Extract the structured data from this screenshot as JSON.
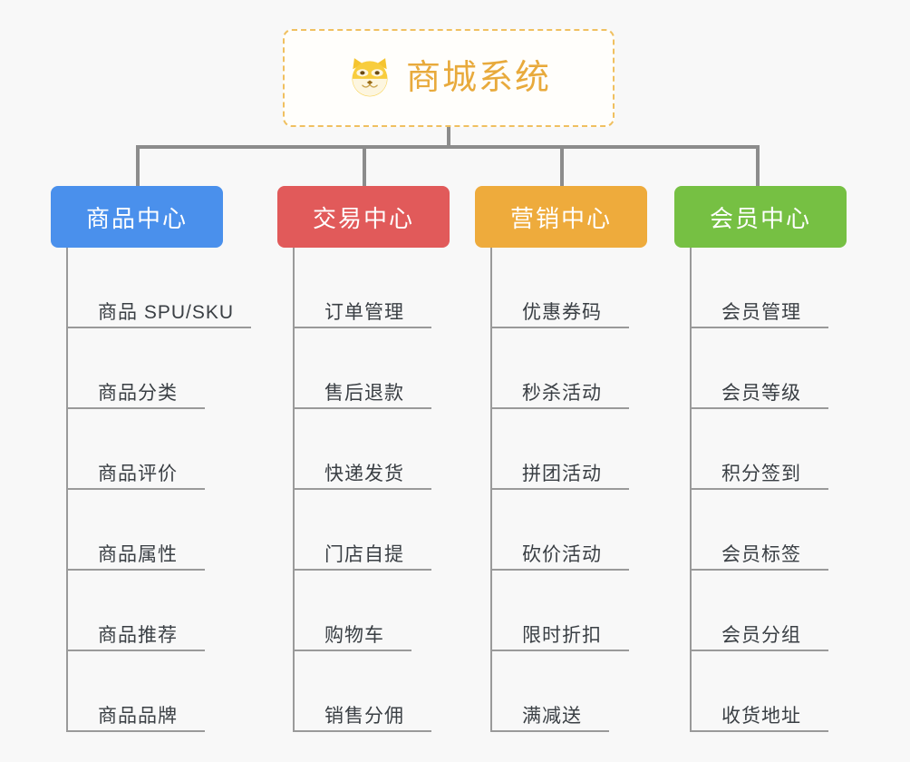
{
  "page": {
    "background_color": "#f8f8f8",
    "title": "商城系统",
    "layout": "mind-map"
  },
  "root": {
    "label": "商城系统",
    "icon": "shiba-dog-face-icon",
    "text_color": "#e8aa3c",
    "border_color": "#f0c060",
    "background_color": "#fffefb"
  },
  "connector": {
    "color": "#8c8c8c"
  },
  "columns": [
    {
      "id": "product-center",
      "label": "商品中心",
      "color": "#4a90ec",
      "leaves": [
        {
          "label": "商品 SPU/SKU",
          "rule_width": 202
        },
        {
          "label": "商品分类",
          "rule_width": 151
        },
        {
          "label": "商品评价",
          "rule_width": 151
        },
        {
          "label": "商品属性",
          "rule_width": 151
        },
        {
          "label": "商品推荐",
          "rule_width": 151
        },
        {
          "label": "商品品牌",
          "rule_width": 151
        }
      ]
    },
    {
      "id": "trade-center",
      "label": "交易中心",
      "color": "#e15a5a",
      "leaves": [
        {
          "label": "订单管理",
          "rule_width": 151
        },
        {
          "label": "售后退款",
          "rule_width": 151
        },
        {
          "label": "快递发货",
          "rule_width": 151
        },
        {
          "label": "门店自提",
          "rule_width": 151
        },
        {
          "label": "购物车",
          "rule_width": 129
        },
        {
          "label": "销售分佣",
          "rule_width": 151
        }
      ]
    },
    {
      "id": "marketing-center",
      "label": "营销中心",
      "color": "#eeab3c",
      "leaves": [
        {
          "label": "优惠券码",
          "rule_width": 151
        },
        {
          "label": "秒杀活动",
          "rule_width": 151
        },
        {
          "label": "拼团活动",
          "rule_width": 151
        },
        {
          "label": "砍价活动",
          "rule_width": 151
        },
        {
          "label": "限时折扣",
          "rule_width": 151
        },
        {
          "label": "满减送",
          "rule_width": 129
        }
      ]
    },
    {
      "id": "member-center",
      "label": "会员中心",
      "color": "#76c043",
      "leaves": [
        {
          "label": "会员管理",
          "rule_width": 151
        },
        {
          "label": "会员等级",
          "rule_width": 151
        },
        {
          "label": "积分签到",
          "rule_width": 151
        },
        {
          "label": "会员标签",
          "rule_width": 151
        },
        {
          "label": "会员分组",
          "rule_width": 151
        },
        {
          "label": "收货地址",
          "rule_width": 151
        }
      ]
    }
  ]
}
